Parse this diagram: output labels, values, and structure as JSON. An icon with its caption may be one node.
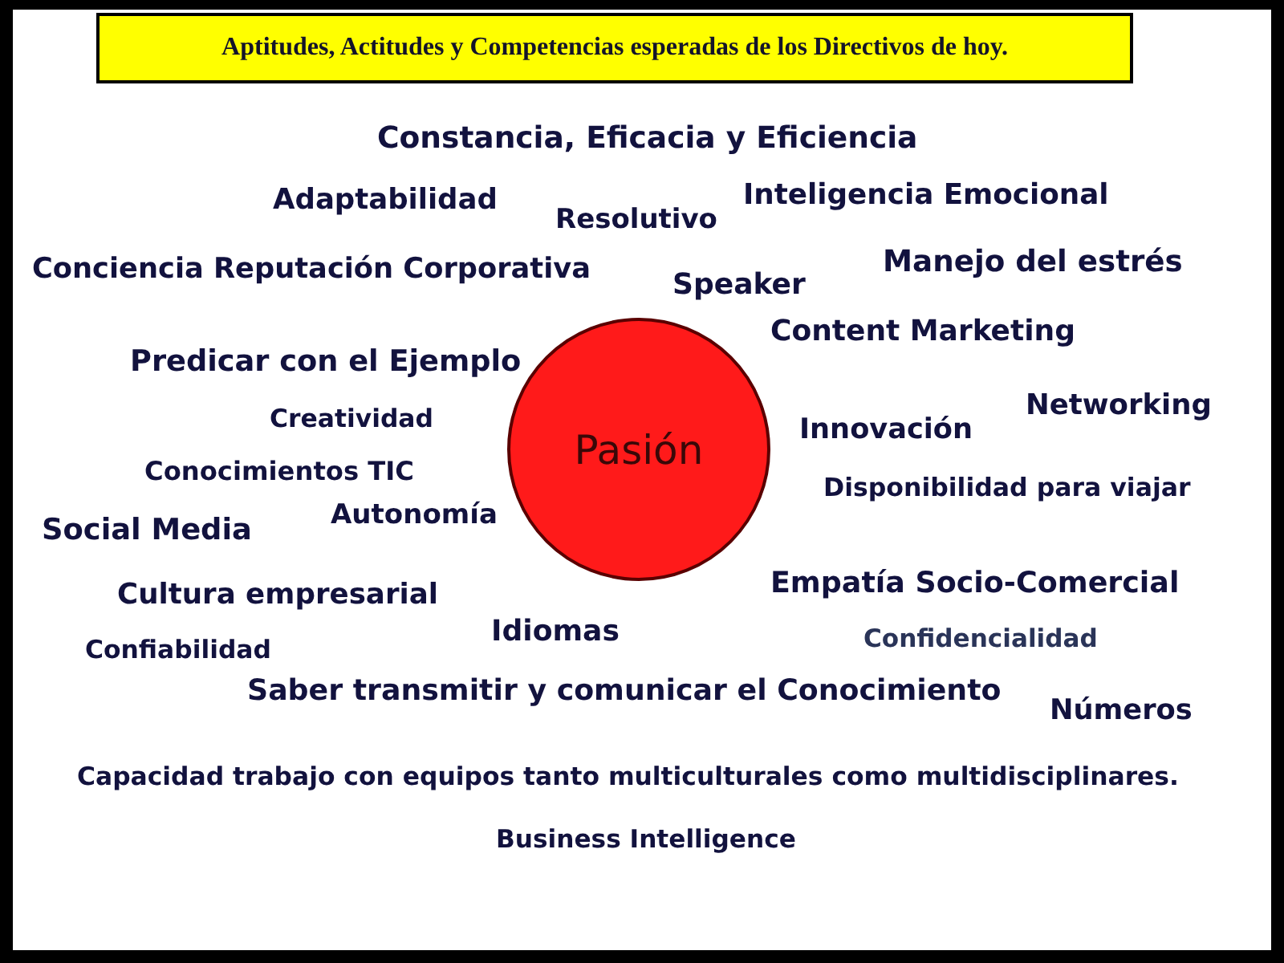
{
  "diagram": {
    "title": "Aptitudes, Actitudes y Competencias esperadas de los Directivos de hoy.",
    "nodes": [
      {
        "text": [
          "Pasión"
        ]
      }
    ],
    "labels": [
      "Constancia, Eficacia y Eficiencia",
      "Adaptabilidad",
      "Inteligencia Emocional",
      "Resolutivo",
      "Conciencia Reputación Corporativa",
      "Manejo del estrés",
      "Speaker",
      "Content Marketing",
      "Predicar con el Ejemplo",
      "Networking",
      "Creatividad",
      "Innovación",
      "Conocimientos TIC",
      "Disponibilidad para viajar",
      "Social Media",
      "Autonomía",
      "Empatía Socio-Comercial",
      "Cultura empresarial",
      "Idiomas",
      "Confiabilidad",
      "Confidencialidad",
      "Saber transmitir y comunicar el Conocimiento",
      "Números",
      "Capacidad trabajo con equipos tanto multiculturales como multidisciplinares.",
      "Business Intelligence"
    ]
  }
}
